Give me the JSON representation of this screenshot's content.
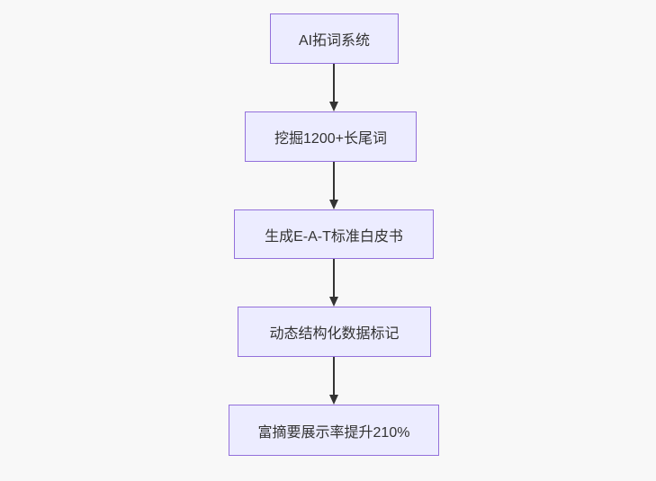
{
  "flowchart": {
    "type": "flowchart",
    "direction": "top-down",
    "style": {
      "background": "#f8f8f8",
      "node_fill": "#ECECFF",
      "node_border": "#9370DB",
      "edge_color": "#333333",
      "text_color": "#333333"
    },
    "nodes": [
      {
        "id": "n1",
        "label": "AI拓词系统"
      },
      {
        "id": "n2",
        "label": "挖掘1200+长尾词"
      },
      {
        "id": "n3",
        "label": "生成E-A-T标准白皮书"
      },
      {
        "id": "n4",
        "label": "动态结构化数据标记"
      },
      {
        "id": "n5",
        "label": "富摘要展示率提升210%"
      }
    ],
    "edges": [
      {
        "from": "n1",
        "to": "n2"
      },
      {
        "from": "n2",
        "to": "n3"
      },
      {
        "from": "n3",
        "to": "n4"
      },
      {
        "from": "n4",
        "to": "n5"
      }
    ]
  }
}
